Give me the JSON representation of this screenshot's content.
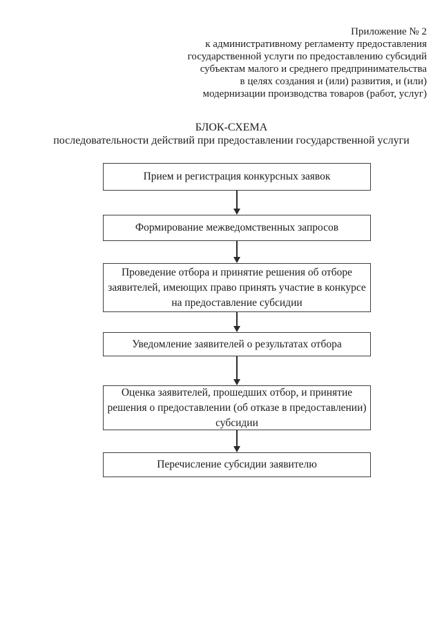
{
  "document": {
    "header_lines": [
      "Приложение № 2",
      "к административному регламенту предоставления",
      "государственной услуги по предоставлению субсидий",
      "субъектам малого и среднего предпринимательства",
      "в целях создания и (или) развития, и (или)",
      "модернизации производства товаров (работ, услуг)"
    ],
    "title": "БЛОК-СХЕМА",
    "subtitle": "последовательности действий при предоставлении государственной услуги"
  },
  "flowchart": {
    "direction": "top-to-bottom",
    "steps": [
      {
        "id": 1,
        "label": "Прием и регистрация конкурсных заявок",
        "lines": [
          "Прием и регистрация конкурсных заявок"
        ]
      },
      {
        "id": 2,
        "label": "Формирование межведомственных запросов",
        "lines": [
          "Формирование межведомственных запросов"
        ]
      },
      {
        "id": 3,
        "label": "Проведение отбора и принятие решения об отборе заявителей, имеющих право принять участие в конкурсе на предоставление субсидии",
        "lines": [
          "Проведение отбора и принятие решения об отборе",
          "заявителей, имеющих право принять участие в конкурсе",
          "на предоставление субсидии"
        ]
      },
      {
        "id": 4,
        "label": "Уведомление заявителей о результатах отбора",
        "lines": [
          "Уведомление заявителей о результатах отбора"
        ]
      },
      {
        "id": 5,
        "label": "Оценка заявителей, прошедших отбор, и принятие решения о предоставлении (об отказе в предоставлении) субсидии",
        "lines": [
          "Оценка заявителей, прошедших отбор, и принятие",
          "решения о предоставлении (об отказе в предоставлении)",
          "субсидии"
        ]
      },
      {
        "id": 6,
        "label": "Перечисление субсидии заявителю",
        "lines": [
          "Перечисление субсидии заявителю"
        ]
      }
    ]
  },
  "colors": {
    "background": "#ffffff",
    "text": "#1c1c1c",
    "box_border": "#3d3d3d",
    "arrow": "#2b2b2b"
  }
}
